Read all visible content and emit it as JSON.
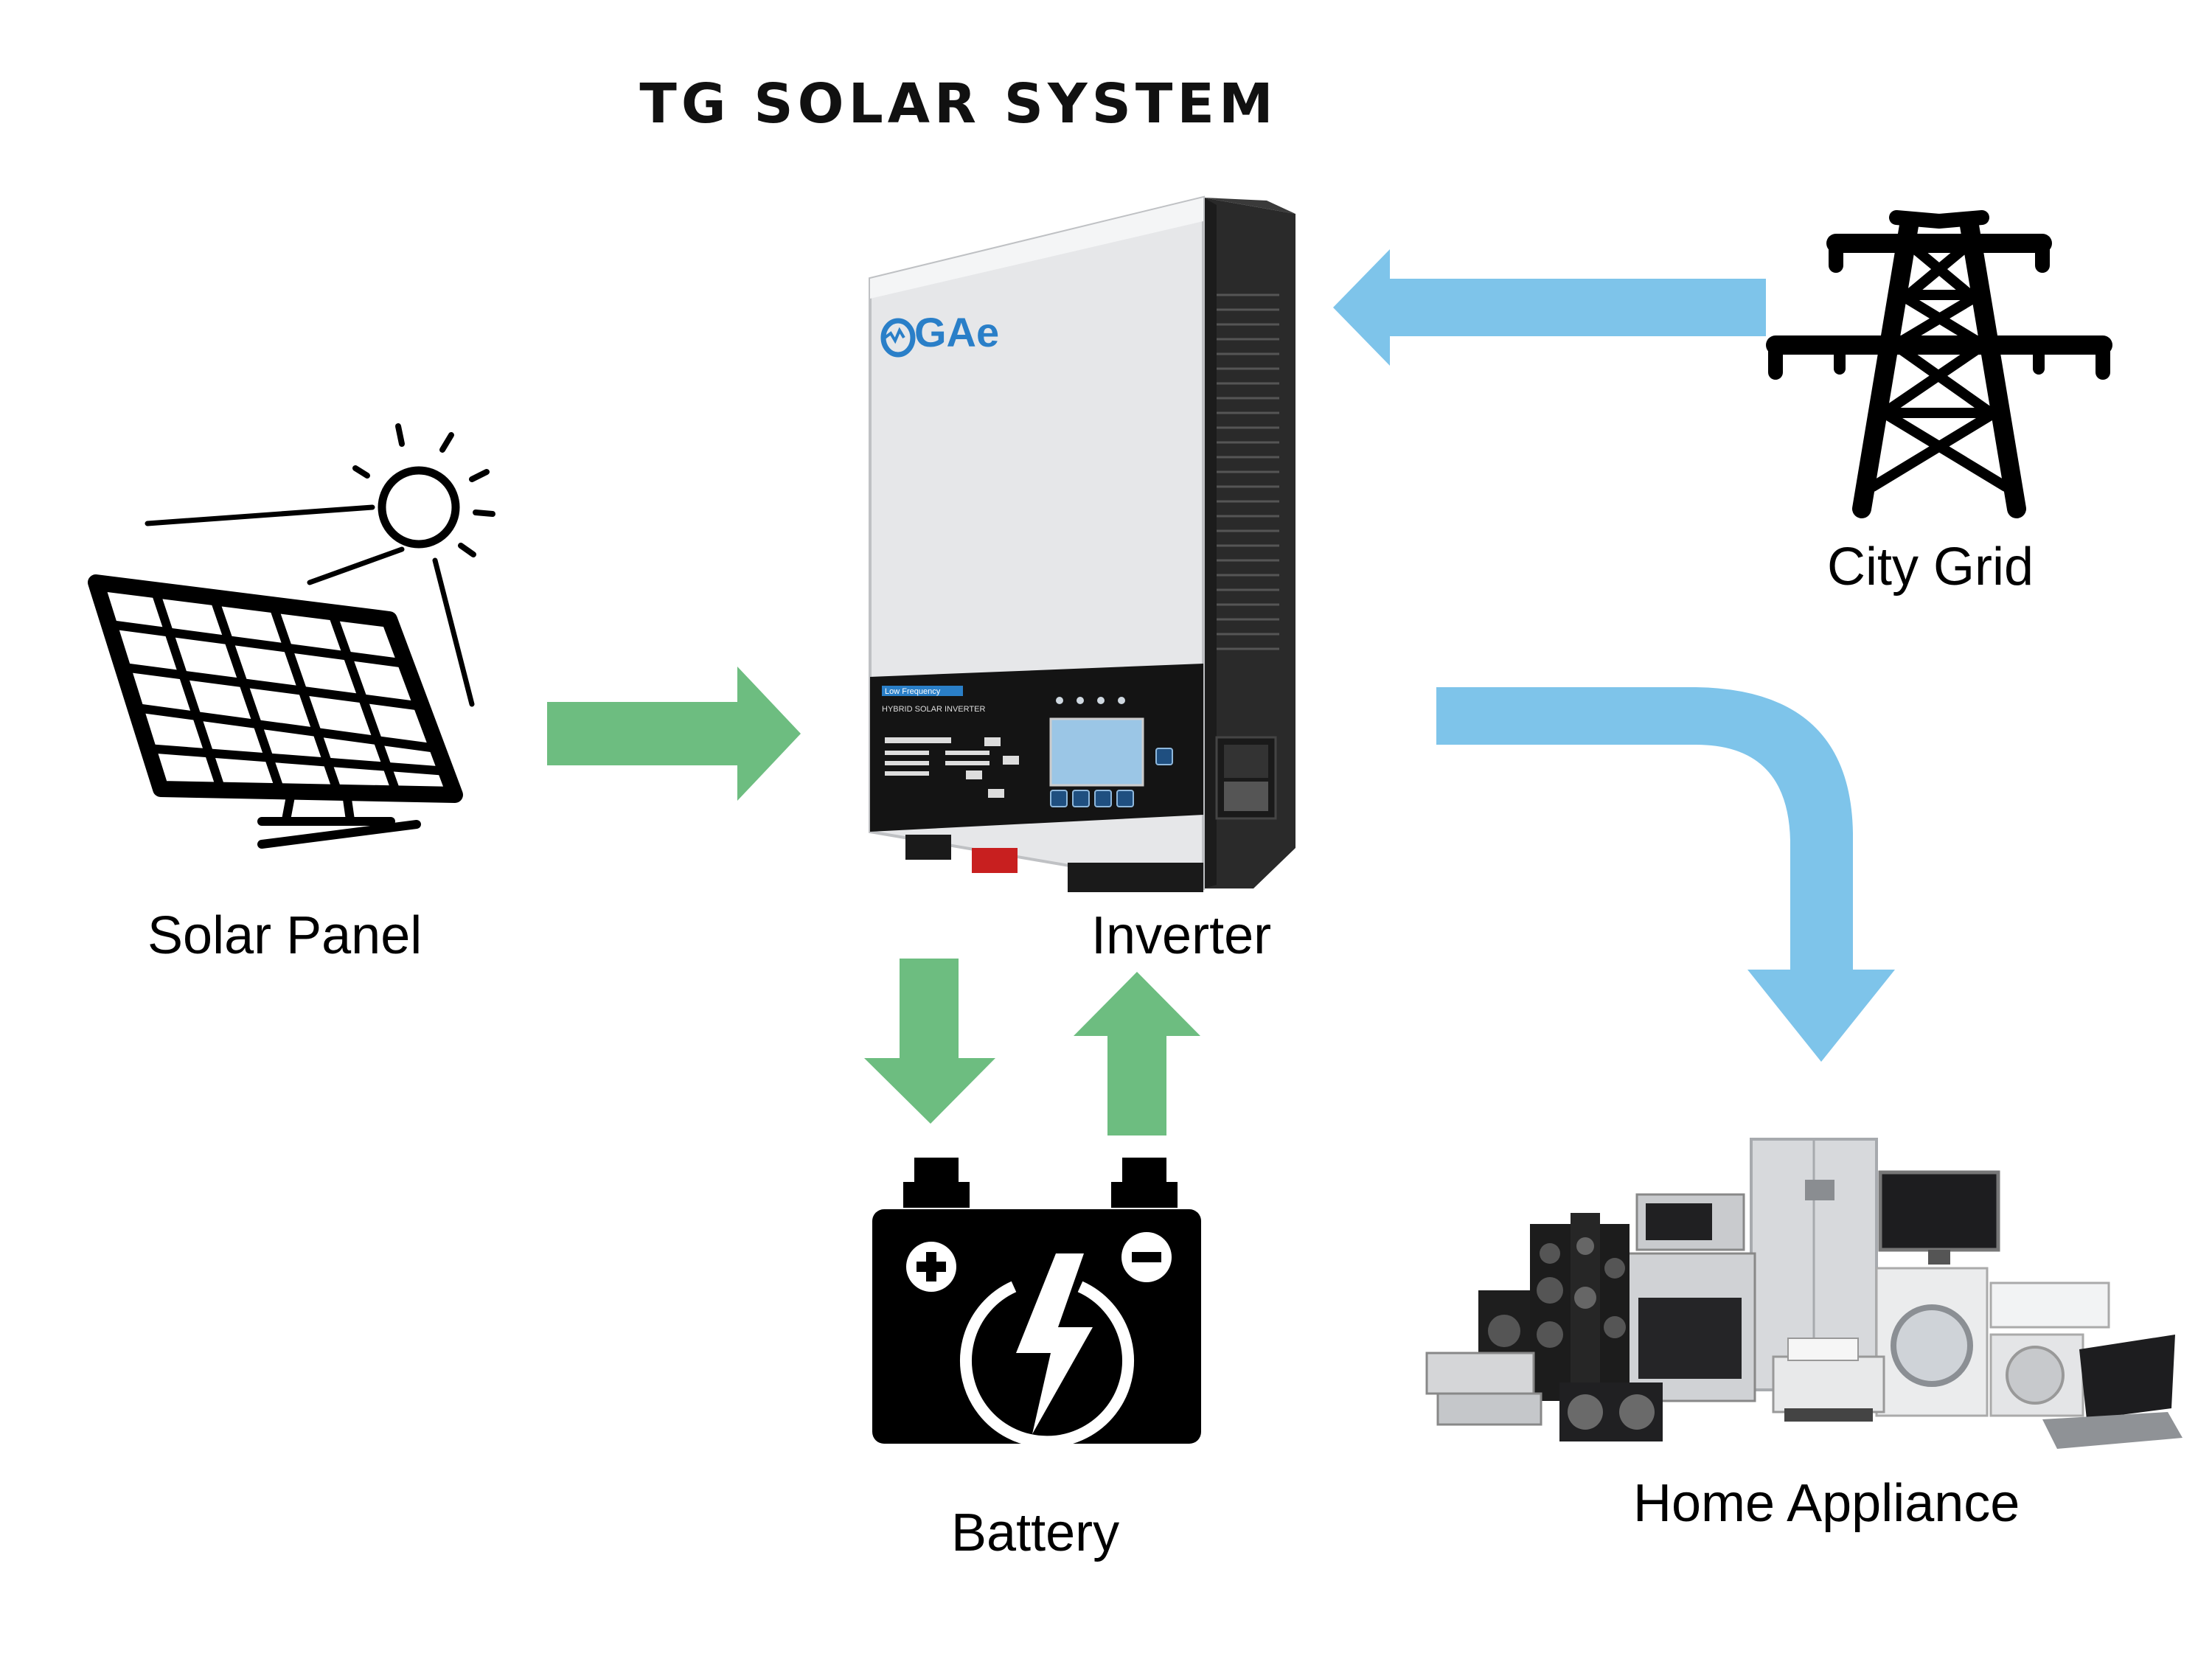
{
  "title": "TG  SOLAR  SYSTEM",
  "labels": {
    "solar_panel": "Solar Panel",
    "inverter": "Inverter",
    "city_grid": "City Grid",
    "battery": "Battery",
    "home_appliance": "Home Appliance"
  },
  "inverter_panel": {
    "brand": "GAe",
    "badge": "Low Frequency",
    "product": "HYBRID SOLAR INVERTER"
  },
  "colors": {
    "green_arrow": "#6dbd80",
    "blue_arrow": "#7ec4ea",
    "icon_black": "#000000",
    "inverter_body": "#e6e7e9",
    "inverter_panel": "#141414",
    "brand_blue": "#2a7fc8"
  },
  "icons": [
    "solar-panel-icon",
    "sun-icon",
    "inverter-device",
    "power-tower-icon",
    "battery-icon",
    "home-appliances-image"
  ]
}
